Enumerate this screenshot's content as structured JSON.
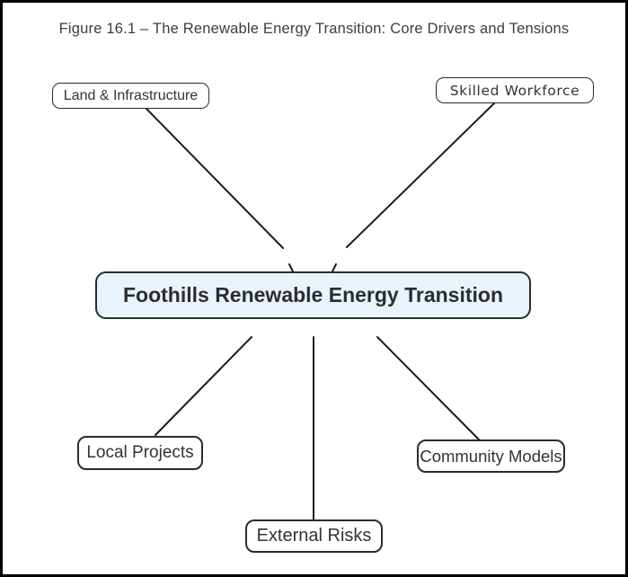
{
  "figure": {
    "title": "Figure 16.1 – The Renewable Energy Transition: Core Drivers and Tensions"
  },
  "diagram": {
    "type": "mindmap",
    "center_node": {
      "id": "center",
      "label": "Foothills Renewable Energy Transition"
    },
    "nodes": {
      "land": {
        "label": "Land & Infrastructure",
        "position": "top-left"
      },
      "skilled": {
        "label": "Skilled Workforce",
        "position": "top-right"
      },
      "local": {
        "label": "Local Projects",
        "position": "bottom-left"
      },
      "external": {
        "label": "External Risks",
        "position": "bottom-center"
      },
      "community": {
        "label": "Community Models",
        "position": "bottom-right"
      }
    },
    "edges": [
      {
        "from": "center",
        "to": "land"
      },
      {
        "from": "center",
        "to": "skilled"
      },
      {
        "from": "center",
        "to": "local"
      },
      {
        "from": "center",
        "to": "external"
      },
      {
        "from": "center",
        "to": "community"
      }
    ],
    "colors": {
      "center_fill": "#e9f3fc",
      "node_fill": "#ffffff",
      "node_border": "#2b2b2b",
      "edge_stroke": "#1c1c1c",
      "title_text": "#3d3d3d",
      "frame_border": "#000000",
      "background": "#ffffff"
    }
  }
}
